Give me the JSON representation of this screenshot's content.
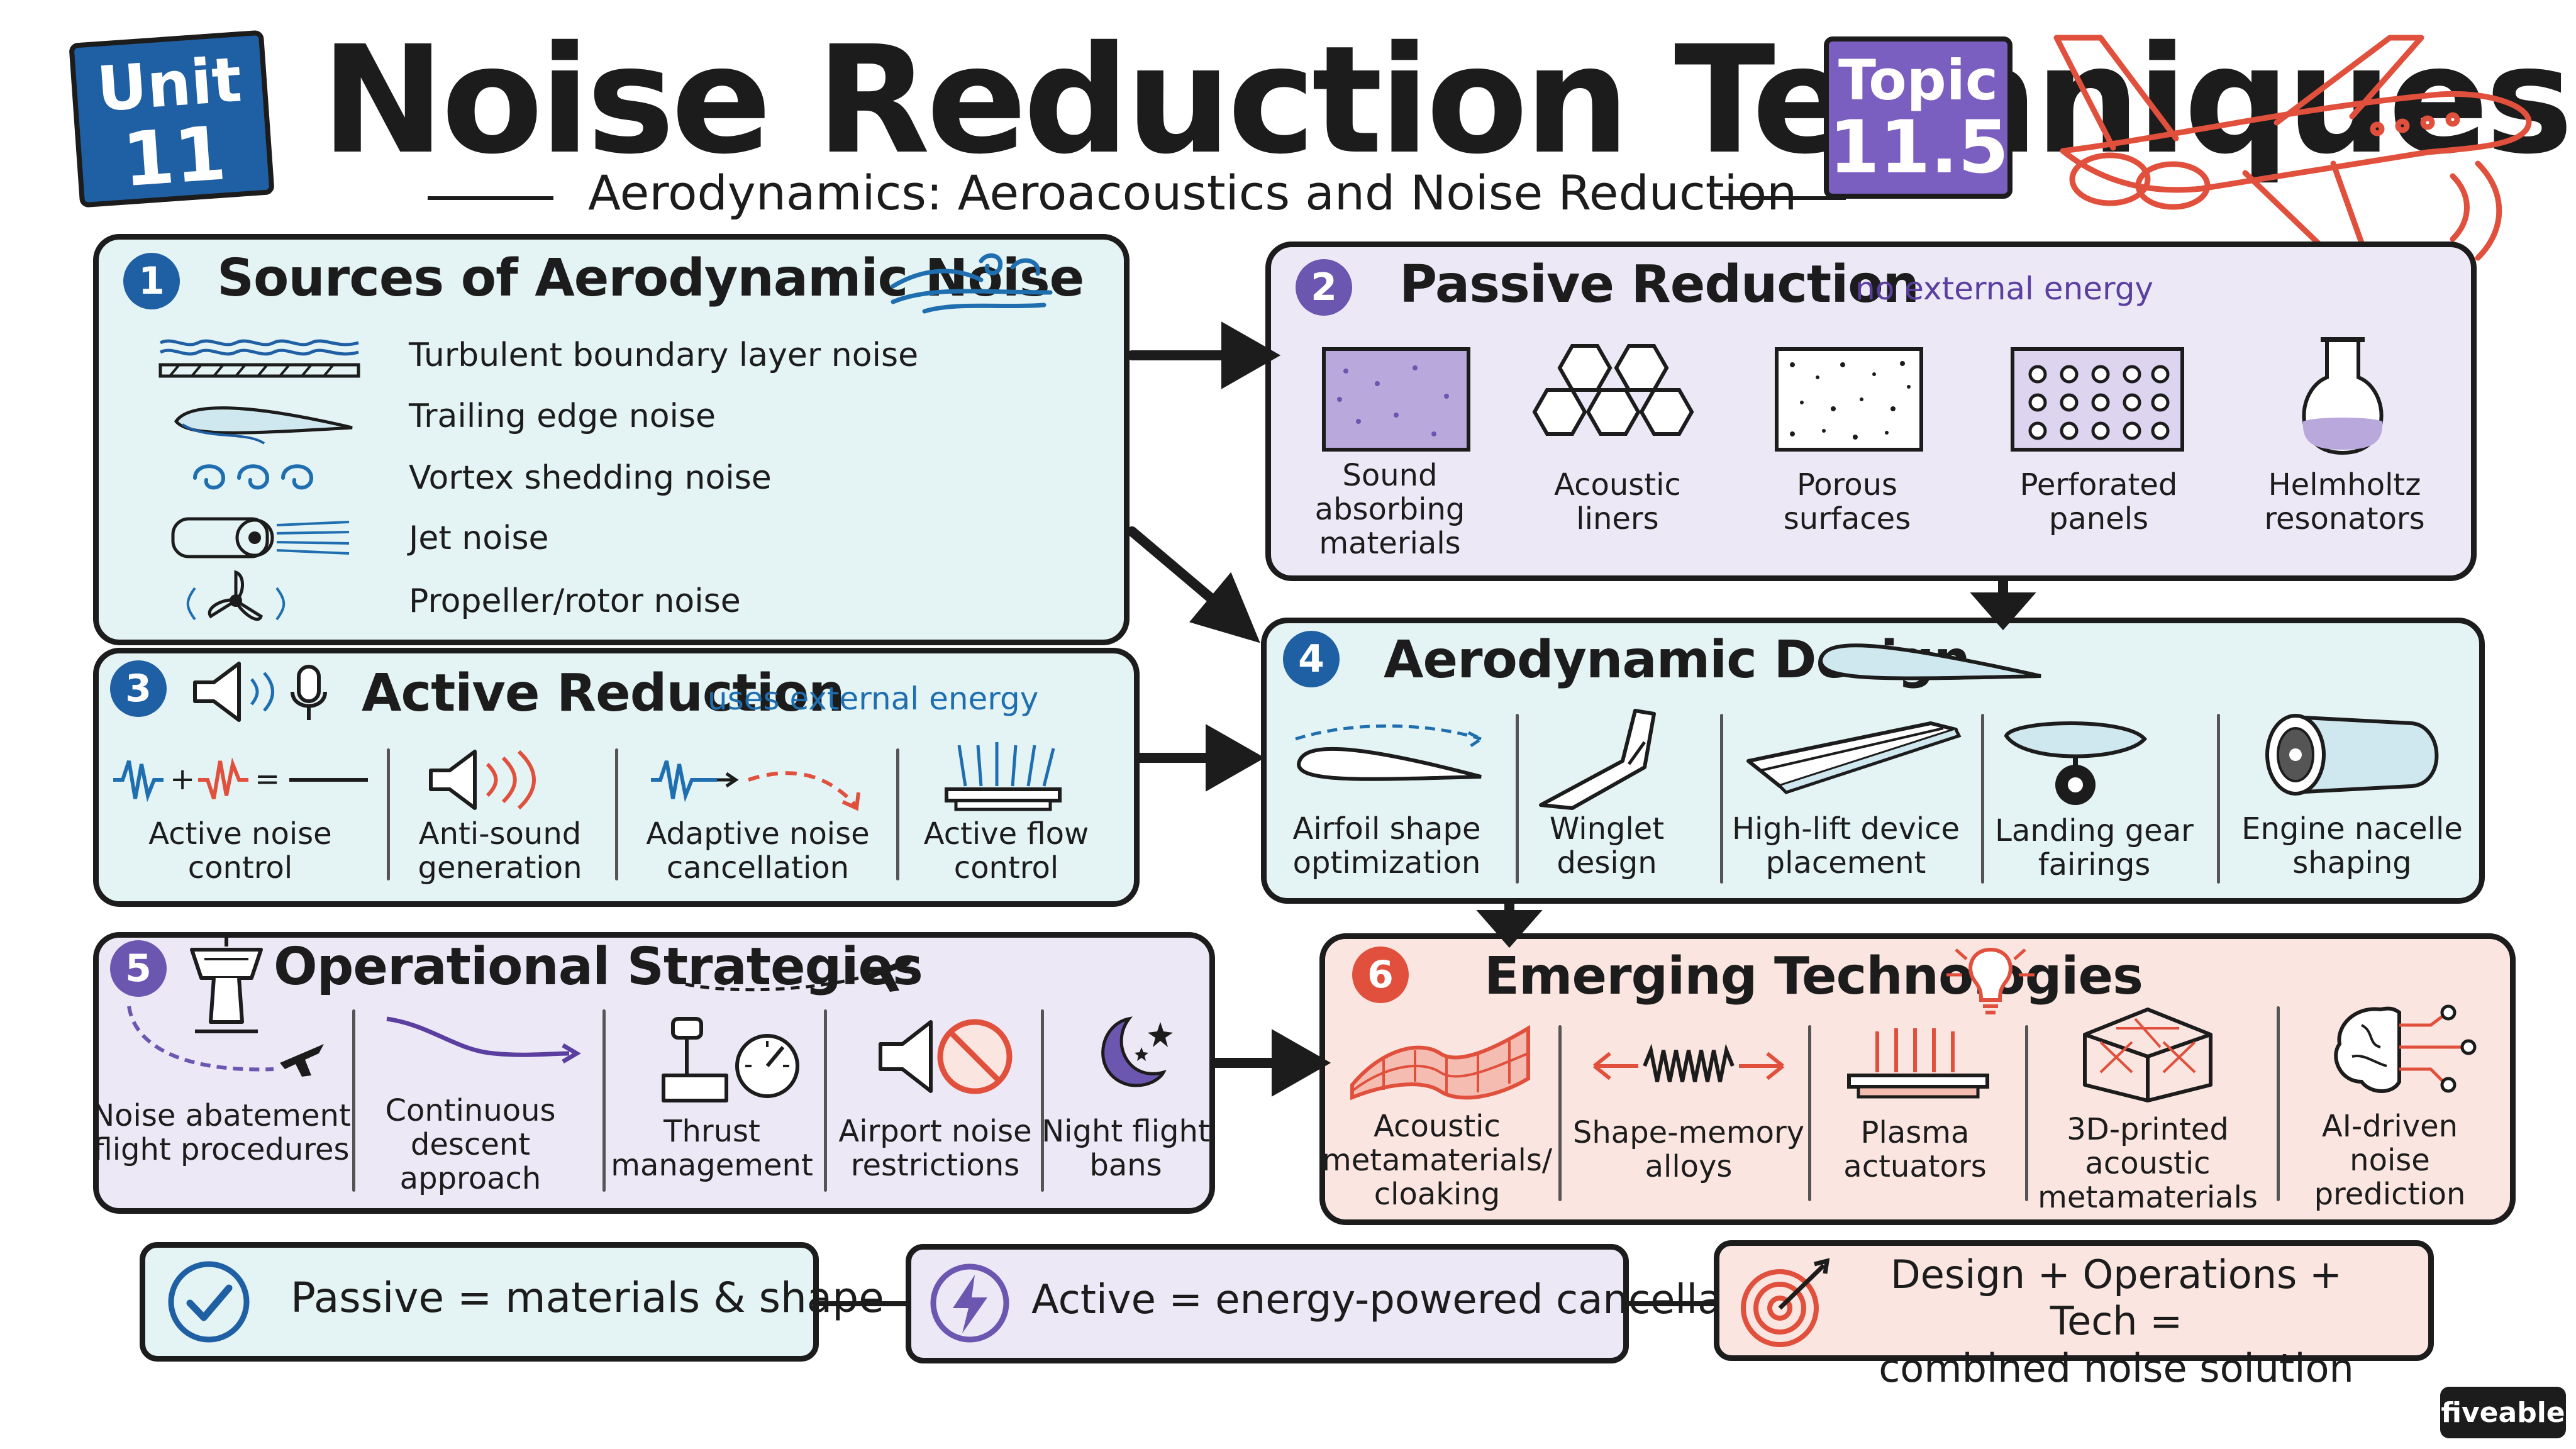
{
  "header": {
    "unit_word": "Unit",
    "unit_number": "11",
    "title": "Noise Reduction Techniques",
    "subtitle": "Aerodynamics: Aeroacoustics and Noise Reduction",
    "topic_word": "Topic",
    "topic_number": "11.5"
  },
  "sources": {
    "number": "1",
    "title": "Sources of Aerodynamic Noise",
    "items": [
      "Turbulent boundary layer noise",
      "Trailing edge noise",
      "Vortex shedding noise",
      "Jet noise",
      "Propeller/rotor noise"
    ]
  },
  "passive": {
    "number": "2",
    "title": "Passive Reduction",
    "subtitle": "no external energy",
    "items": [
      "Sound\nabsorbing\nmaterials",
      "Acoustic\nliners",
      "Porous\nsurfaces",
      "Perforated\npanels",
      "Helmholtz\nresonators"
    ]
  },
  "active": {
    "number": "3",
    "title": "Active Reduction",
    "subtitle": "uses external energy",
    "items": [
      "Active noise\ncontrol",
      "Anti-sound\ngeneration",
      "Adaptive noise\ncancellation",
      "Active flow\ncontrol"
    ]
  },
  "design": {
    "number": "4",
    "title": "Aerodynamic Design",
    "items": [
      "Airfoil shape\noptimization",
      "Winglet\ndesign",
      "High-lift device\nplacement",
      "Landing gear\nfairings",
      "Engine nacelle\nshaping"
    ]
  },
  "operational": {
    "number": "5",
    "title": "Operational Strategies",
    "items": [
      "Noise abatement\nflight procedures",
      "Continuous\ndescent\napproach",
      "Thrust\nmanagement",
      "Airport noise\nrestrictions",
      "Night flight\nbans"
    ]
  },
  "emerging": {
    "number": "6",
    "title": "Emerging Technologies",
    "items": [
      "Acoustic\nmetamaterials/\ncloaking",
      "Shape-memory\nalloys",
      "Plasma\nactuators",
      "3D-printed\nacoustic\nmetamaterials",
      "AI-driven\nnoise\nprediction"
    ]
  },
  "summary": {
    "passive": "Passive = materials & shape",
    "active": "Active = energy-powered cancellation",
    "combined": "Design + Operations + Tech =\ncombined noise solution"
  },
  "brand": "fiveable",
  "colors": {
    "blue": "#1f5fa3",
    "purple": "#6b56b0",
    "red": "#e0503c",
    "teal_bg": "#e4f3f4",
    "purple_bg": "#ece8f5",
    "red_bg": "#fbe5e0"
  }
}
